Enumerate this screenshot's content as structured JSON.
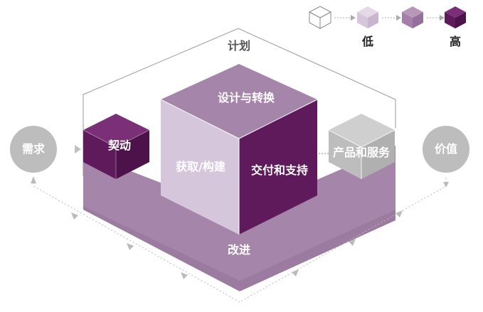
{
  "diagram": {
    "plan_label": "计划",
    "improve_label": "改进",
    "demand_label": "需求",
    "value_label": "价值",
    "design_label": "设计与转换",
    "engage_label": "契动",
    "obtain_label": "获取/构建",
    "deliver_label": "交付和支持",
    "products_label": "产品和服务"
  },
  "legend": {
    "low_label": "低",
    "high_label": "高",
    "levels": [
      "#ffffff",
      "#d6c6dc",
      "#a57fa9",
      "#5e1a5b"
    ]
  },
  "colors": {
    "dark_purple": "#5e1a5b",
    "mid_purple": "#a57fa9",
    "light_purple": "#d6c6dc",
    "gray": "#bdbdbd",
    "circle_gray": "#bdbdbd",
    "base_purple": "#a586aa"
  }
}
